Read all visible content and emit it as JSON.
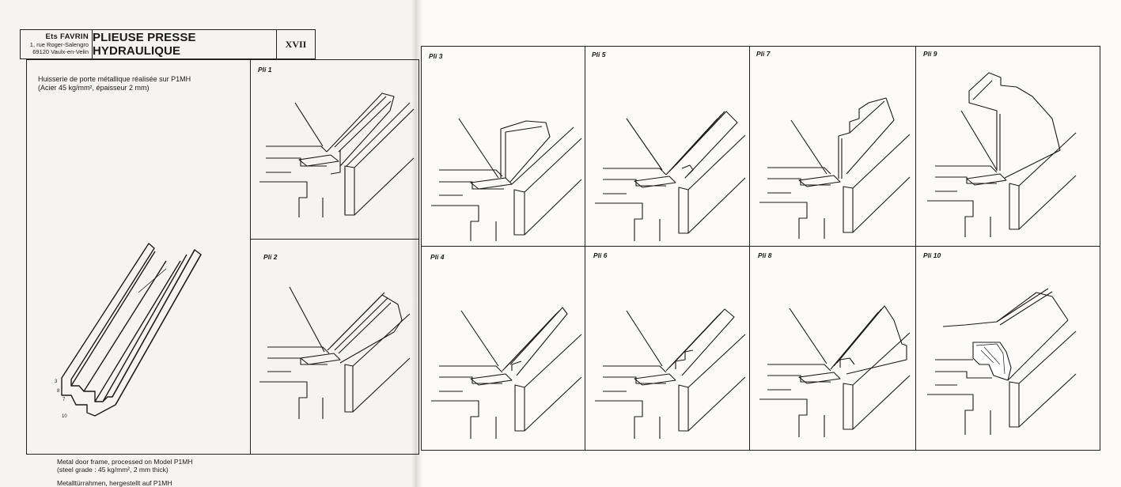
{
  "header": {
    "company_name": "Ets FAVRIN",
    "address_line1": "1, rue Roger-Salengro",
    "address_line2": "69120 Vaulx-en-Velin",
    "title": "PLIEUSE PRESSE HYDRAULIQUE",
    "plate_number": "XVII"
  },
  "descriptions": {
    "fr_line1": "Huisserie de porte métallique réalisée sur P1MH",
    "fr_line2": "(Acier 45 kg/mm², épaisseur 2 mm)",
    "en_line1": "Metal door frame, processed on Model P1MH",
    "en_line2": "(steel grade : 45 kg/mm², 2 mm thick)",
    "de_line1": "Metalltürrahmen, hergestellt auf P1MH"
  },
  "bend_numbers": [
    "3",
    "8",
    "7",
    "10"
  ],
  "panels": {
    "pli1": "Pli 1",
    "pli2": "Pli 2",
    "pli3": "Pli 3",
    "pli4": "Pli 4",
    "pli5": "Pli 5",
    "pli6": "Pli 6",
    "pli7": "Pli 7",
    "pli8": "Pli 8",
    "pli9": "Pli 9",
    "pli10": "Pli 10"
  },
  "colors": {
    "ink": "#1a1a1a",
    "paper_left": "#f6f4f1",
    "paper_right": "#fbfaf8"
  }
}
